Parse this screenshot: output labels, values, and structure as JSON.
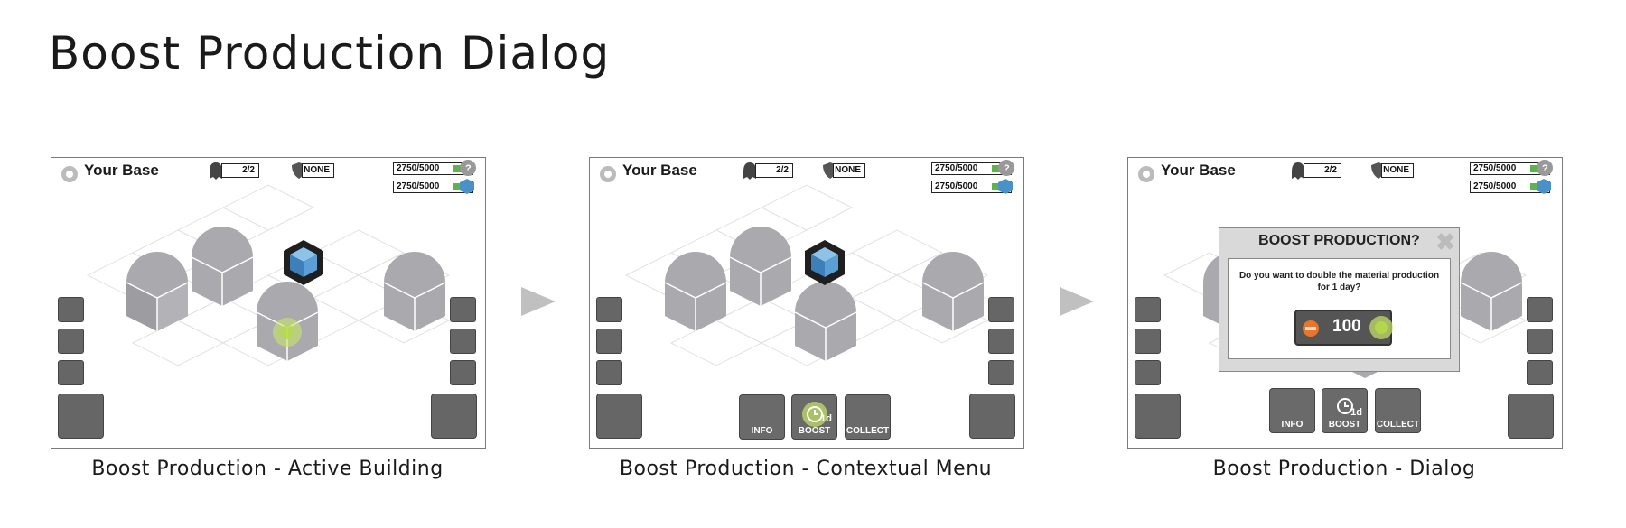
{
  "page": {
    "title": "Boost Production Dialog"
  },
  "panels": [
    {
      "caption": "Boost Production - Active Building"
    },
    {
      "caption": "Boost Production - Contextual Menu"
    },
    {
      "caption": "Boost Production - Dialog"
    }
  ],
  "hud": {
    "base_title": "Your Base",
    "units": "2/2",
    "shield": "NONE",
    "resource_1": "2750/5000",
    "resource_2": "2750/5000",
    "resource_1_icon": "help-badge-icon",
    "resource_2_icon": "cube-icon"
  },
  "context_menu": {
    "info_label": "INFO",
    "boost_label": "BOOST",
    "boost_time": "1d",
    "collect_label": "COLLECT"
  },
  "dialog": {
    "title": "BOOST PRODUCTION?",
    "message": "Do you want to double the material production for 1 day?",
    "cost": "100",
    "close_symbol": "✖"
  },
  "colors": {
    "building": "#a9a9ae",
    "button": "#666666",
    "resource_bar": "#5db54a",
    "touch_highlight": "#c9e66a",
    "arrow": "#c0c0c0"
  }
}
